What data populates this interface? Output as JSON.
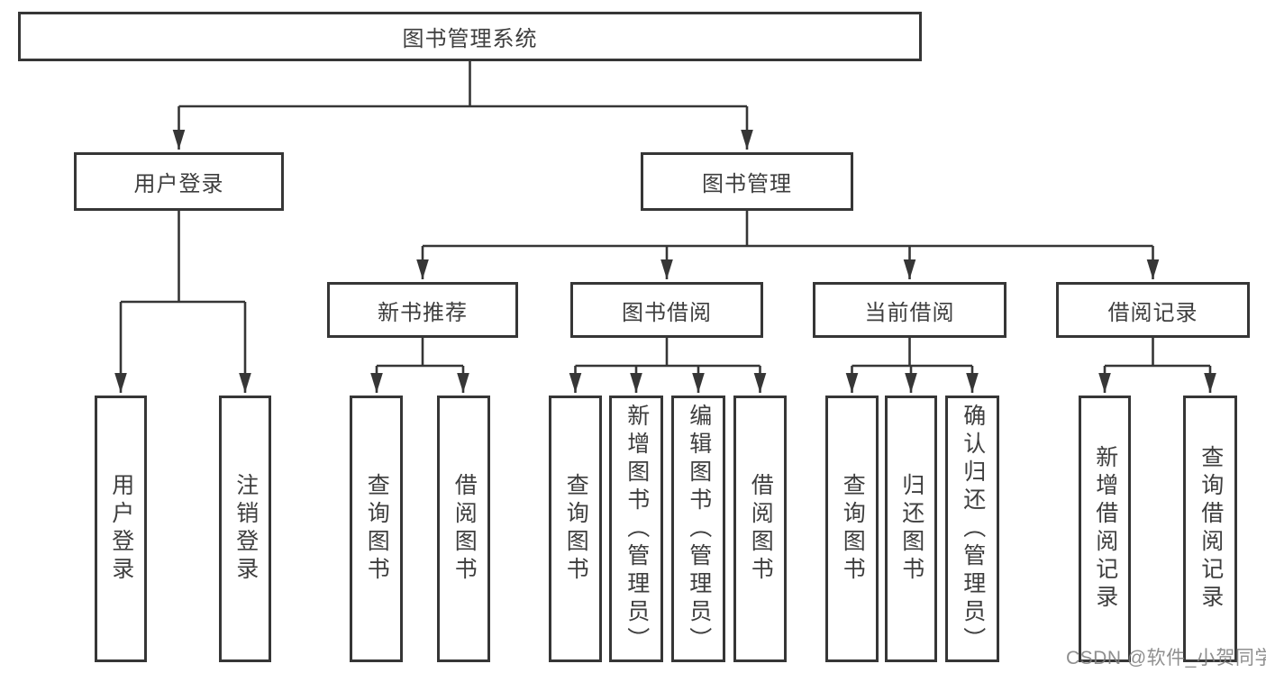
{
  "tree": {
    "label": "图书管理系统",
    "children": [
      {
        "label": "用户登录",
        "children": [
          {
            "label": "用户登录"
          },
          {
            "label": "注销登录"
          }
        ]
      },
      {
        "label": "图书管理",
        "children": [
          {
            "label": "新书推荐",
            "children": [
              {
                "label": "查询图书"
              },
              {
                "label": "借阅图书"
              }
            ]
          },
          {
            "label": "图书借阅",
            "children": [
              {
                "label": "查询图书"
              },
              {
                "label": "新增图书（管理员）"
              },
              {
                "label": "编辑图书（管理员）"
              },
              {
                "label": "借阅图书"
              }
            ]
          },
          {
            "label": "当前借阅",
            "children": [
              {
                "label": "查询图书"
              },
              {
                "label": "归还图书"
              },
              {
                "label": "确认归还（管理员）"
              }
            ]
          },
          {
            "label": "借阅记录",
            "children": [
              {
                "label": "新增借阅记录"
              },
              {
                "label": "查询借阅记录"
              }
            ]
          }
        ]
      }
    ]
  },
  "colors": {
    "line": "#363636",
    "text": "#3e3e3e",
    "background": "#ffffff"
  },
  "watermark": {
    "text": "CSDN @软件_小贺同学"
  }
}
